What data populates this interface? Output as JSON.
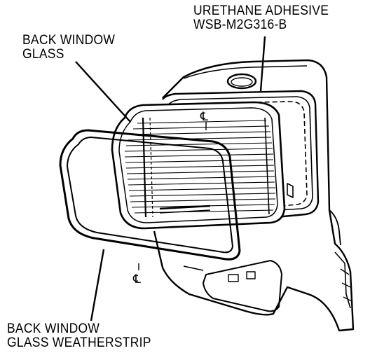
{
  "labels": {
    "adhesive": {
      "line1": "URETHANE ADHESIVE",
      "line2": "WSB-M2G316-B"
    },
    "glass": {
      "line1": "BACK WINDOW",
      "line2": "GLASS"
    },
    "weatherstrip": {
      "line1": "BACK WINDOW",
      "line2": "GLASS WEATHERSTRIP"
    }
  },
  "centerline_symbol": "℄",
  "colors": {
    "ink": "#000000",
    "paper": "#ffffff"
  }
}
